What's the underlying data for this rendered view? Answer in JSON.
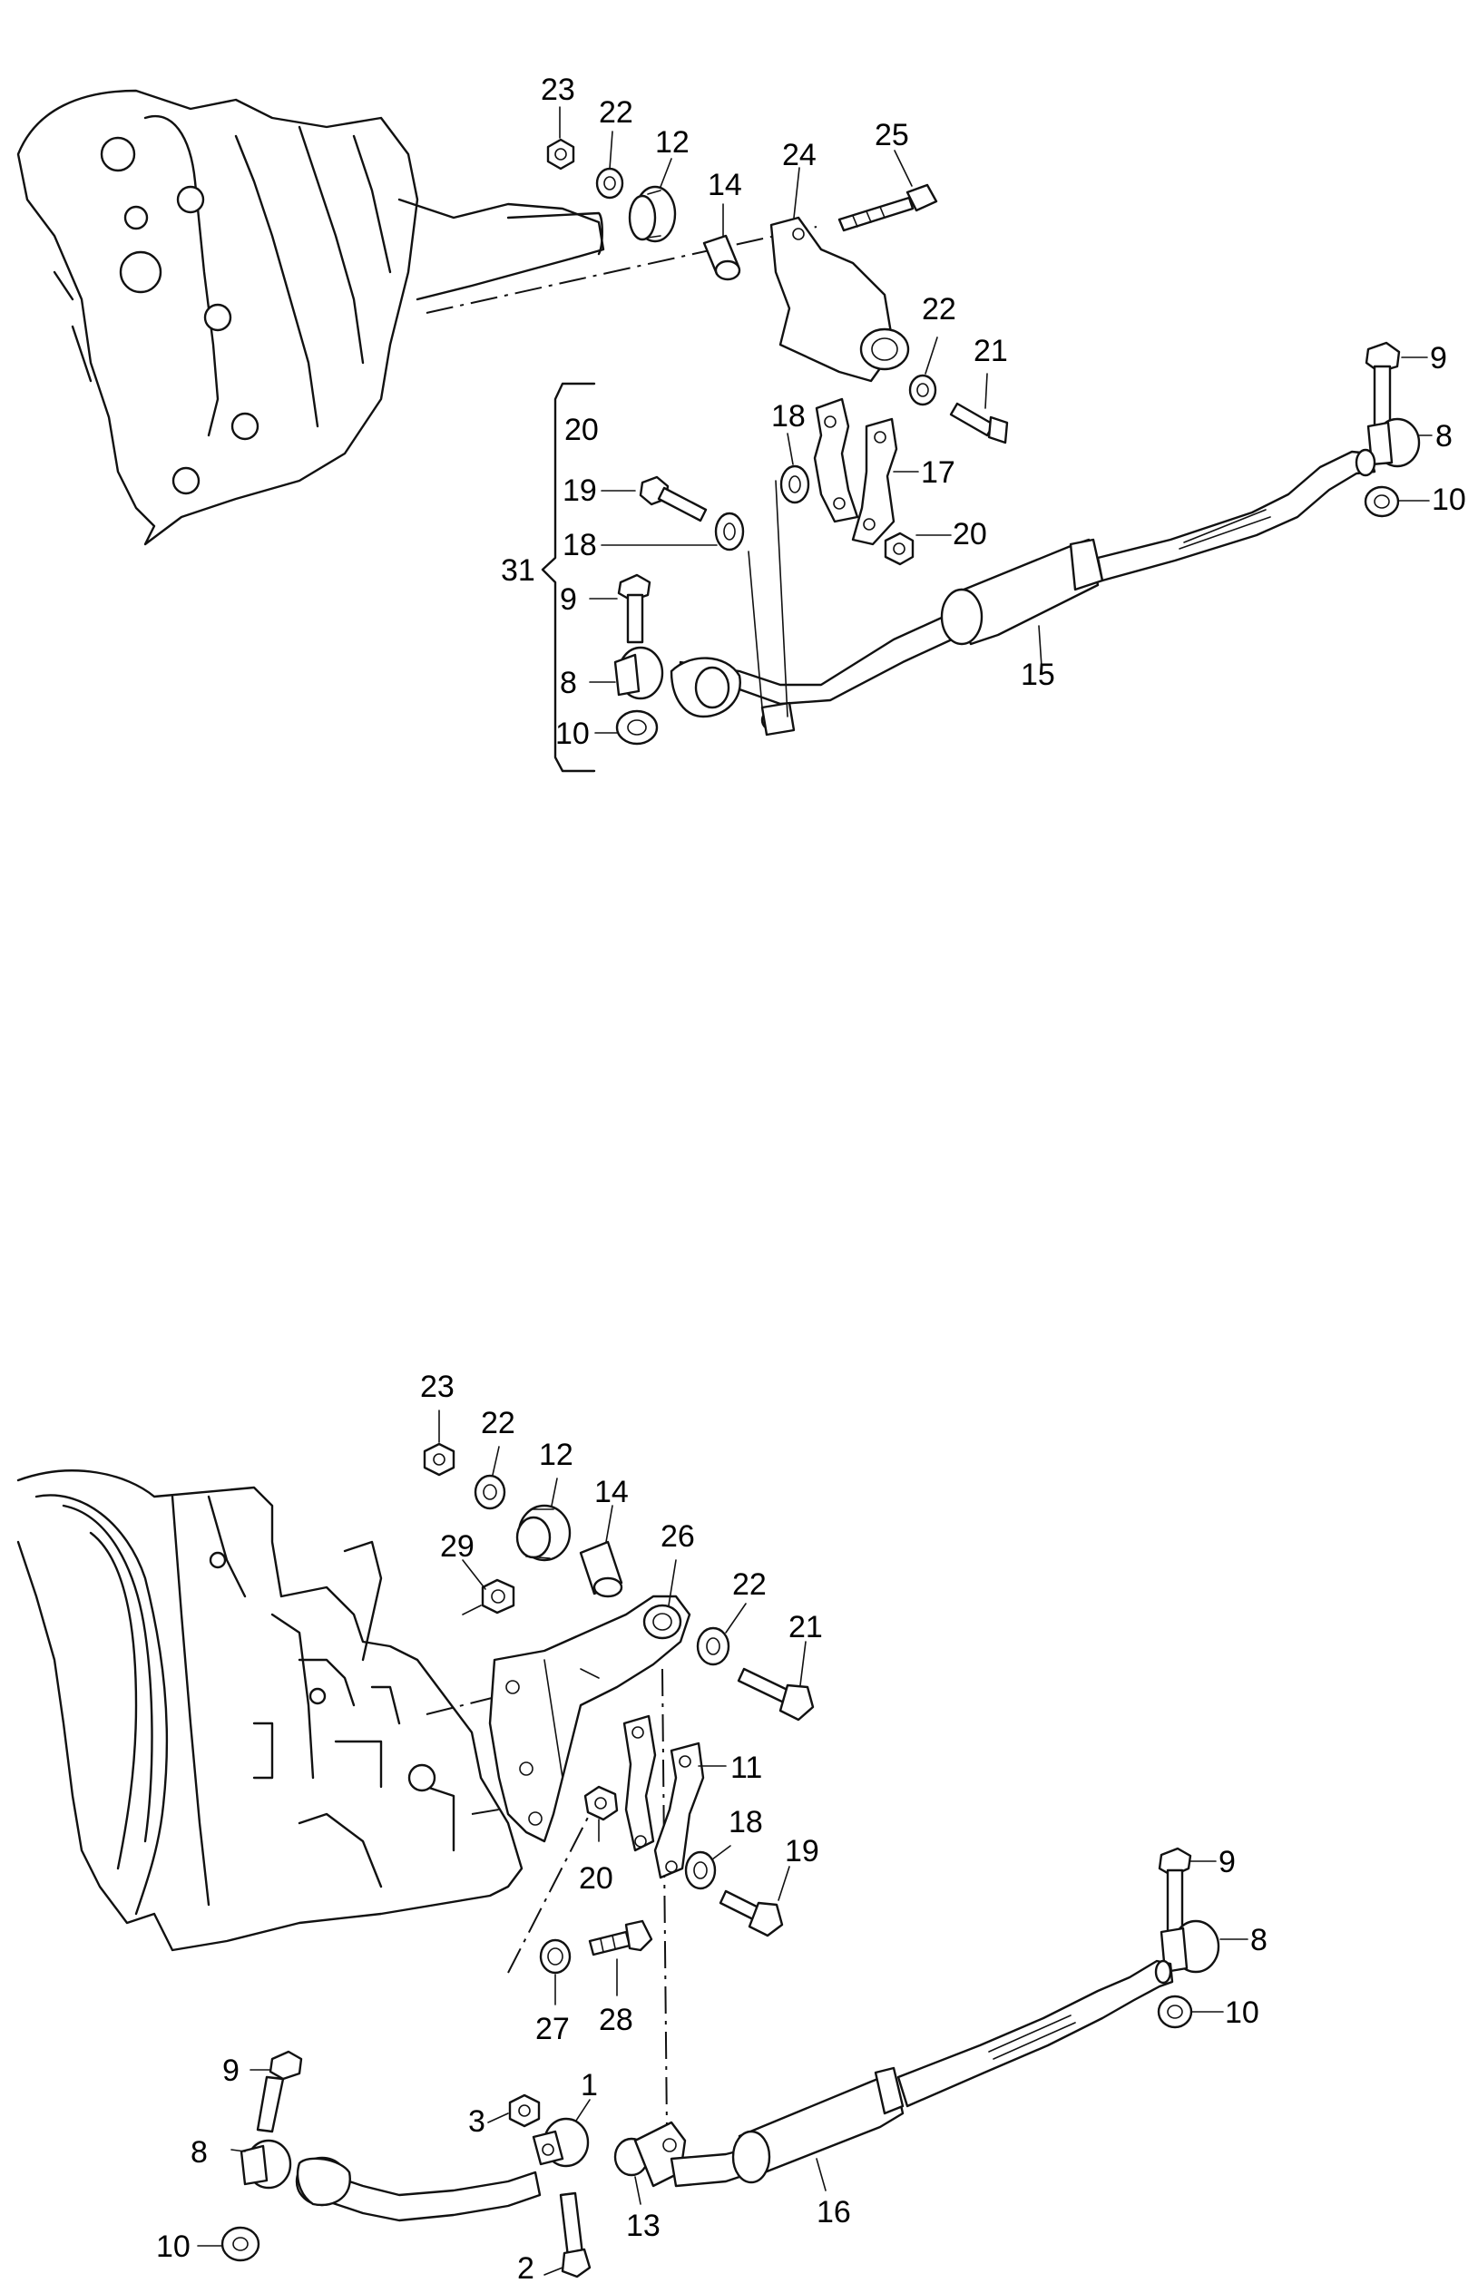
{
  "diagram_top": {
    "labels": [
      "23",
      "22",
      "12",
      "14",
      "24",
      "25",
      "22",
      "21",
      "9",
      "8",
      "10",
      "20",
      "19",
      "18",
      "31",
      "9",
      "8",
      "10",
      "18",
      "17",
      "20",
      "15"
    ]
  },
  "diagram_bottom": {
    "labels": [
      "23",
      "22",
      "12",
      "14",
      "26",
      "29",
      "22",
      "21",
      "11",
      "18",
      "19",
      "20",
      "27",
      "28",
      "9",
      "8",
      "10",
      "9",
      "8",
      "10",
      "3",
      "1",
      "13",
      "16",
      "2"
    ]
  }
}
